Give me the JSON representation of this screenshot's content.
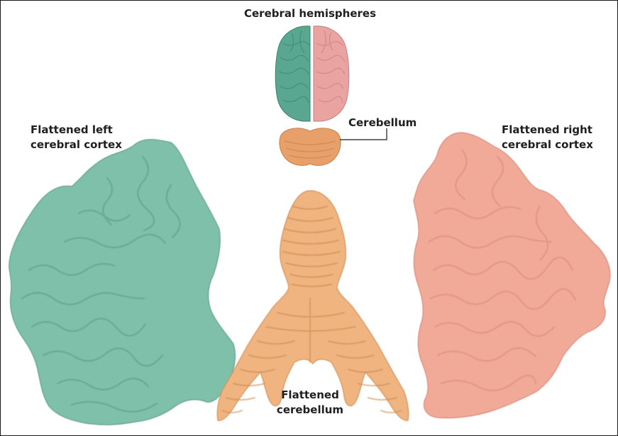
{
  "labels": {
    "cerebral_hemispheres": "Cerebral hemispheres",
    "cerebellum": "Cerebellum",
    "flattened_left": [
      "Flattened left",
      "cerebral cortex"
    ],
    "flattened_right": [
      "Flattened right",
      "cerebral cortex"
    ],
    "flattened_cerebellum": [
      "Flattened",
      "cerebellum"
    ]
  },
  "colors": {
    "left_hemisphere": "#5aa791",
    "right_hemisphere": "#e9a3a1",
    "cerebellum": "#e8a06a",
    "flat_left_cortex": "#7fc0ab",
    "flat_right_cortex": "#f1aa98",
    "flat_cerebellum": "#efb480",
    "leader_line": "#1a1a1a"
  }
}
